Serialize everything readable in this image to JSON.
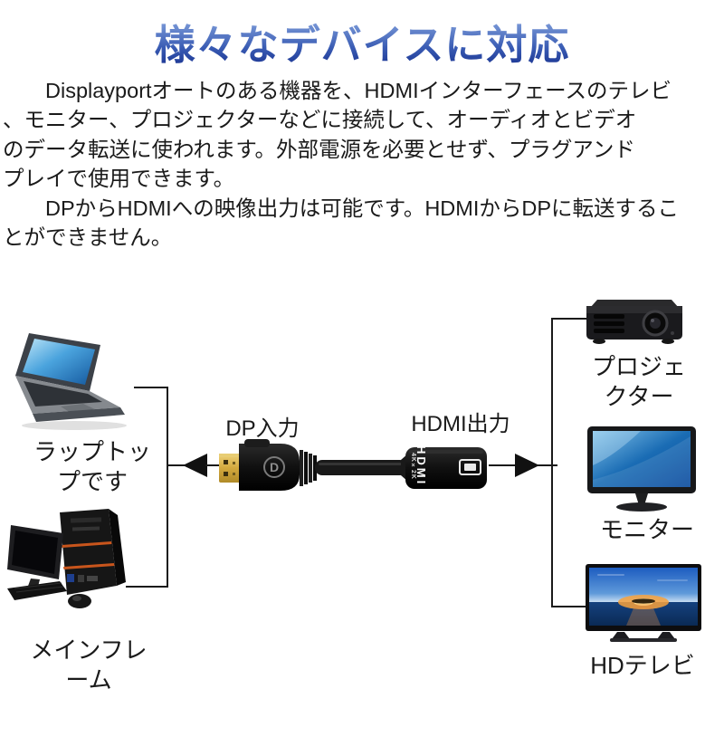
{
  "title": "様々なデバイスに対応",
  "paragraphs": {
    "p1_lines": [
      "　　Displayportオートのある機器を、HDMIインターフェースのテレビ",
      "、モニター、プロジェクターなどに接続して、オーディオとビデオ",
      "のデータ転送に使われます。外部電源を必要とせず、プラグアンド",
      "プレイで使用できます。"
    ],
    "p2_lines": [
      "　　DPからHDMIへの映像出力は可能です。HDMIからDPに転送するこ",
      "とができません。"
    ]
  },
  "diagram": {
    "dp_label": "DP入力",
    "hdmi_label": "HDMI出力",
    "adapter": {
      "hdmi_text": "HDMI",
      "hdmi_sub": "4K×2K",
      "dp_logo": "D"
    },
    "sources": {
      "laptop_label": "ラップトッ\nプです",
      "desktop_label": "メインフレ\nーム"
    },
    "outputs": {
      "projector_label": "プロジェ\nクター",
      "monitor_label": "モニター",
      "tv_label": "HDテレビ"
    }
  },
  "colors": {
    "title_gradient_top": "#7b9ad8",
    "title_gradient_bottom": "#17308e",
    "body_text": "#1a1a1a",
    "diagram_line": "#1a1a1a",
    "screen_blue": "#1a73b8",
    "sunset_orange": "#f8a23c"
  }
}
